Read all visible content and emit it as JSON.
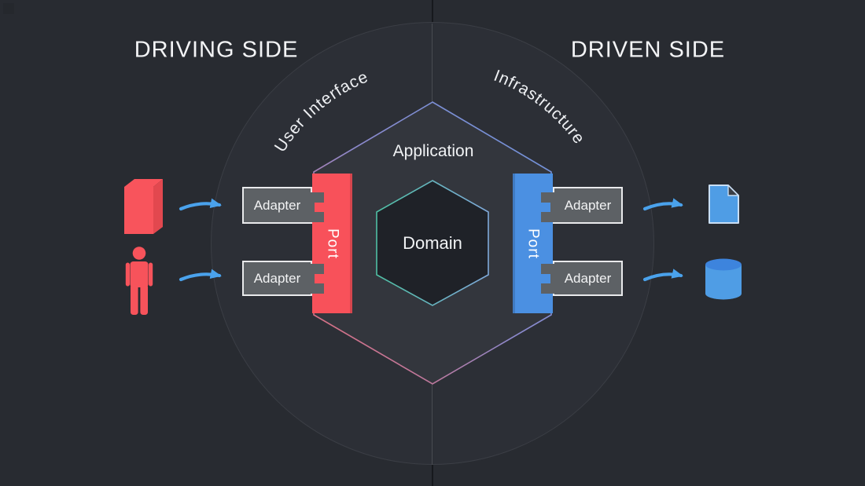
{
  "titles": {
    "driving": "DRIVING SIDE",
    "driven": "DRIVEN SIDE"
  },
  "ring": {
    "left_label": "User Interface",
    "right_label": "Infrastructure"
  },
  "application": {
    "label": "Application"
  },
  "domain": {
    "label": "Domain"
  },
  "ports": {
    "left": "Port",
    "right": "Port"
  },
  "adapters": {
    "left": [
      "Adapter",
      "Adapter"
    ],
    "right": [
      "Adapter",
      "Adapter"
    ]
  },
  "icons": {
    "driving_side": [
      "client-app-icon",
      "user-icon"
    ],
    "driven_side": [
      "document-icon",
      "database-icon"
    ],
    "connectors": [
      "arrow-icon",
      "arrow-icon",
      "arrow-icon",
      "arrow-icon"
    ]
  },
  "colors": {
    "background": "#282b31",
    "circle_fill": "#2c2f36",
    "hexagon_fill": "#33363d",
    "domain_fill": "#1f2228",
    "red_accent": "#f8515a",
    "blue_accent": "#4b90e2",
    "arrow_blue": "#4aa2ec",
    "teal_accent": "#4fc0a4",
    "adapter_gray": "#5d6165",
    "text": "#f3f4f6"
  }
}
